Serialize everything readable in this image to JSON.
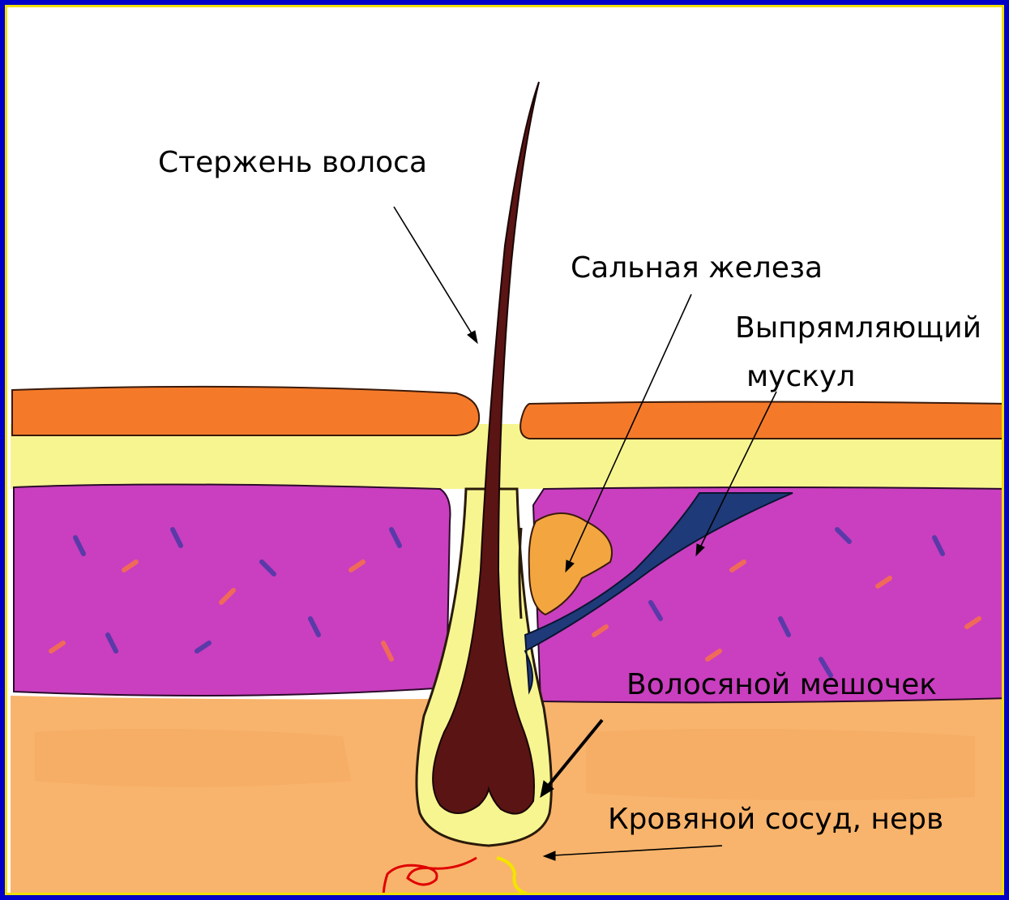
{
  "labels": {
    "shaft": "Стержень волоса",
    "sebaceous_gland": "Сальная железа",
    "arrector_muscle_line1": "Выпрямляющий",
    "arrector_muscle_line2": "мускул",
    "follicle": "Волосяной мешочек",
    "vessel_nerve": "Кровяной сосуд, нерв"
  },
  "colors": {
    "border_blue": "#0000c8",
    "border_yellow": "#f0e000",
    "epidermis_orange": "#f47a2a",
    "yellow_layer": "#f7f590",
    "dermis_magenta": "#c93fbf",
    "subcutis_peach": "#f8b46c",
    "hair_brown": "#5a1414",
    "muscle_navy": "#1e3a78",
    "gland_orange": "#f3a640",
    "vessel_red": "#e00000",
    "nerve_yellow": "#f4e400"
  }
}
